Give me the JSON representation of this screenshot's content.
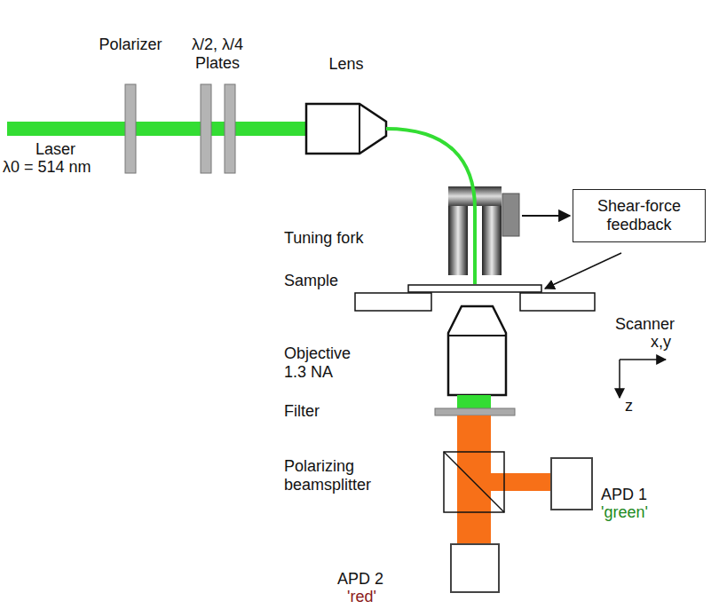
{
  "diagram": {
    "nodes": [
      {
        "text": [
          "Shear-force feedback"
        ]
      },
      {
        "text": [
          "APD 1",
          "'green'"
        ]
      },
      {
        "text": [
          "APD 2",
          "'red'"
        ]
      }
    ],
    "labels": [
      "Polarizer",
      "λ/2, λ/4 Plates",
      "Lens",
      "Laser",
      "λ0 = 514 nm",
      "Tuning fork",
      "Sample",
      "Scanner",
      "x,y",
      "z",
      "Objective 1.3 NA",
      "Filter",
      "Polarizing beamsplitter"
    ]
  }
}
